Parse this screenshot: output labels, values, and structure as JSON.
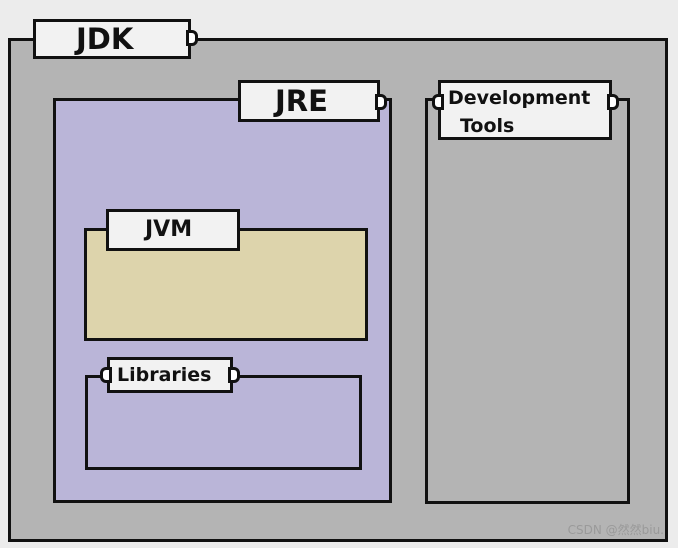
{
  "colors": {
    "background": "#ececec",
    "jdk_fill": "#b4b4b4",
    "jre_fill": "#bab5d8",
    "jvm_fill": "#ddd4ac",
    "dev_tools_fill": "#b4b4b4",
    "tab_fill": "#f2f2f2",
    "outline": "#111111"
  },
  "diagram": {
    "jdk": {
      "label": "JDK"
    },
    "jre": {
      "label": "JRE"
    },
    "jvm": {
      "label": "JVM"
    },
    "libraries": {
      "label": "Libraries"
    },
    "development_tools": {
      "label_line1": "Development",
      "label_line2": "Tools"
    }
  },
  "watermark": "CSDN @然然biu."
}
